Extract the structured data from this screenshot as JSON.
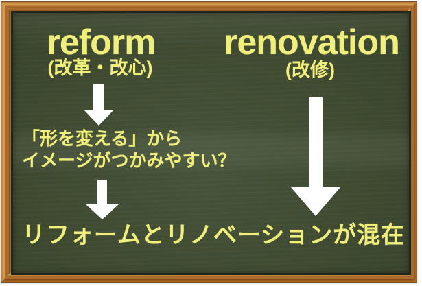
{
  "colors": {
    "board_green": "#3f4a31",
    "chalk_yellow": "#f0ee7d",
    "arrow_white": "#ffffff",
    "frame_wood": "#b4691f",
    "board_edge_dark": "#23271b",
    "page_margin": "#ffffff"
  },
  "icons": {
    "down_arrow": "down-arrow (white block arrow, CSS clip-path shape)"
  },
  "board": {
    "left_term": {
      "word": "reform",
      "reading": "(改革・改心)"
    },
    "right_term": {
      "word": "renovation",
      "reading": "(改修)"
    },
    "note": {
      "line1": "「形を変える」から",
      "line2": "イメージがつかみやすい？"
    },
    "conclusion": "リフォームとリノベーションが混在"
  }
}
